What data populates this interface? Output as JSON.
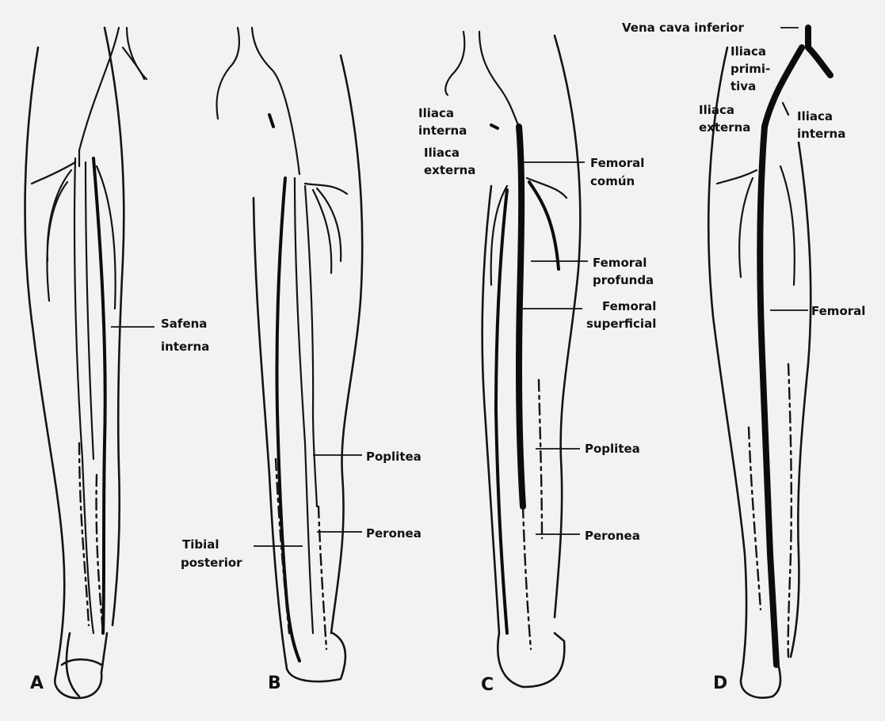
{
  "panels": {
    "a": {
      "letter": "A",
      "labels": {
        "safena_1": "Safena",
        "safena_2": "interna"
      }
    },
    "b": {
      "letter": "B",
      "labels": {
        "popliteal": "Poplitea",
        "peronea": "Peronea",
        "tibial_1": "Tibial",
        "tibial_2": "posterior"
      }
    },
    "c": {
      "letter": "C",
      "labels": {
        "iliaca_interna_1": "Iliaca",
        "iliaca_interna_2": "interna",
        "iliaca_externa_1": "Iliaca",
        "iliaca_externa_2": "externa",
        "femoral_comun_1": "Femoral",
        "femoral_comun_2": "común",
        "femoral_profunda_1": "Femoral",
        "femoral_profunda_2": "profunda",
        "femoral_superficial_1": "Femoral",
        "femoral_superficial_2": "superficial",
        "popliteal": "Poplitea",
        "peronea": "Peronea"
      }
    },
    "d": {
      "letter": "D",
      "labels": {
        "vena_cava": "Vena cava inferior",
        "iliaca_primitiva_1": "Iliaca",
        "iliaca_primitiva_2": "primi-",
        "iliaca_primitiva_3": "tiva",
        "iliaca_externa_1": "Iliaca",
        "iliaca_externa_2": "externa",
        "iliaca_interna_1": "Iliaca",
        "iliaca_interna_2": "interna",
        "femoral": "Femoral"
      }
    }
  },
  "colors": {
    "ink": "#141414",
    "paper": "#f2f2f2"
  }
}
